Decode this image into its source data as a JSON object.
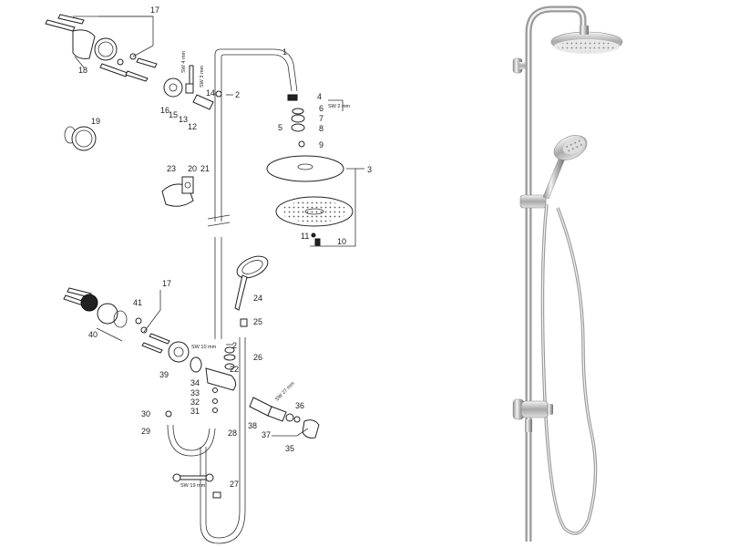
{
  "diagram": {
    "callouts": {
      "c1": "1",
      "c2a": "2",
      "c2b": "2",
      "c3": "3",
      "c4": "4",
      "c5": "5",
      "c6": "6",
      "c7": "7",
      "c8": "8",
      "c9": "9",
      "c10": "10",
      "c11": "11",
      "c12": "12",
      "c13": "13",
      "c14": "14",
      "c15": "15",
      "c16": "16",
      "c17a": "17",
      "c17b": "17",
      "c18": "18",
      "c19": "19",
      "c20": "20",
      "c21": "21",
      "c22": "22",
      "c23": "23",
      "c24": "24",
      "c25": "25",
      "c26": "26",
      "c27": "27",
      "c28": "28",
      "c29": "29",
      "c30": "30",
      "c31": "31",
      "c32": "32",
      "c33": "33",
      "c34": "34",
      "c35": "35",
      "c36": "36",
      "c37": "37",
      "c38": "38",
      "c39": "39",
      "c40": "40",
      "c41": "41"
    },
    "wrench_labels": {
      "sw4": "SW 4 mm",
      "sw3": "SW 3 mm",
      "sw2": "SW 2 mm",
      "sw10": "SW 10 mm",
      "sw19": "SW 19 mm",
      "sw27": "SW 27 mm"
    }
  },
  "product_photo": {
    "subject": "chrome-shower-system"
  }
}
